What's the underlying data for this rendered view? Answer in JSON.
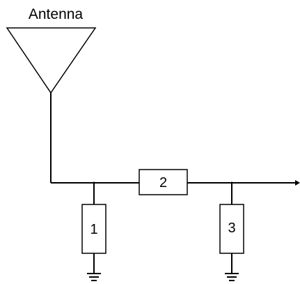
{
  "antenna": {
    "label": "Antenna"
  },
  "components": [
    {
      "label": "1"
    },
    {
      "label": "2"
    },
    {
      "label": "3"
    }
  ]
}
